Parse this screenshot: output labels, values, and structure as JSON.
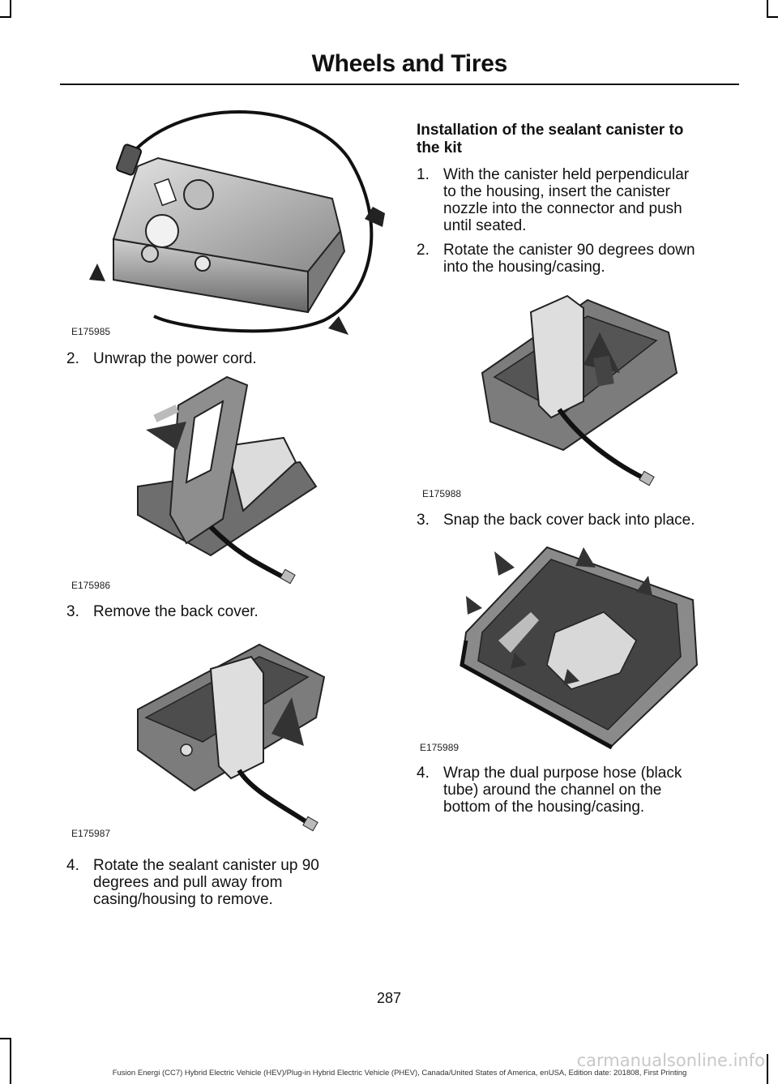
{
  "header": {
    "title": "Wheels and Tires"
  },
  "left_column": {
    "figures": [
      {
        "code": "E175985",
        "icon": "compressor-power-cord-figure"
      },
      {
        "code": "E175986",
        "icon": "open-back-cover-figure"
      },
      {
        "code": "E175987",
        "icon": "remove-canister-figure"
      }
    ],
    "steps": [
      {
        "num": "2.",
        "text": "Unwrap the power cord."
      },
      {
        "num": "3.",
        "text": "Remove the back cover."
      },
      {
        "num": "4.",
        "lines": [
          "Rotate the sealant canister up 90",
          "degrees and pull away from",
          "casing/housing to remove."
        ]
      }
    ]
  },
  "right_column": {
    "heading_lines": [
      "Installation of the sealant canister to",
      "the kit"
    ],
    "steps": [
      {
        "num": "1.",
        "lines": [
          "With the canister held perpendicular",
          "to the housing, insert the canister",
          "nozzle into the connector and push",
          "until seated."
        ]
      },
      {
        "num": "2.",
        "lines": [
          "Rotate the canister 90 degrees down",
          "into the housing/casing."
        ]
      },
      {
        "num": "3.",
        "text": "Snap the back cover back into place."
      },
      {
        "num": "4.",
        "lines": [
          "Wrap the dual purpose hose (black",
          "tube) around the channel on the",
          "bottom of the housing/casing."
        ]
      }
    ],
    "figures": [
      {
        "code": "E175988",
        "icon": "insert-canister-figure"
      },
      {
        "code": "E175989",
        "icon": "snap-back-cover-figure"
      }
    ]
  },
  "page_number": "287",
  "footer": "Fusion Energi (CC7) Hybrid Electric Vehicle (HEV)/Plug-in Hybrid Electric Vehicle (PHEV), Canada/United States of America, enUSA, Edition date: 201808, First Printing",
  "watermark": "carmanualsonline.info"
}
